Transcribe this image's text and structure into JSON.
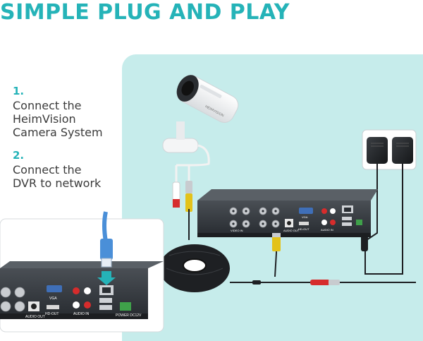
{
  "headline": "SIMPLE PLUG AND PLAY",
  "steps": [
    {
      "number": "1.",
      "lines": [
        "Connect the",
        "HeimVision",
        "Camera System"
      ]
    },
    {
      "number": "2.",
      "lines": [
        "Connect the",
        "DVR to network"
      ]
    }
  ],
  "camera": {
    "brand_label": "HEIMVISION"
  },
  "dvr_main": {
    "port_labels": [
      "VIDEO IN",
      "AUDIO OUT",
      "VGA",
      "HD-OUT",
      "AUDIO IN"
    ]
  },
  "dvr_inset": {
    "port_labels": [
      "VGA",
      "AUDIO OUT",
      "HD-OUT",
      "AUDIO IN",
      "POWER DC12V"
    ]
  },
  "icons": [
    "arrow-down-icon"
  ],
  "colors": {
    "accent": "#25b3b8",
    "panel": "#c6eceb",
    "ethernet_cable": "#4a8fd8",
    "bnc_yellow": "#e3c21a",
    "plug_red": "#d62c2c"
  }
}
